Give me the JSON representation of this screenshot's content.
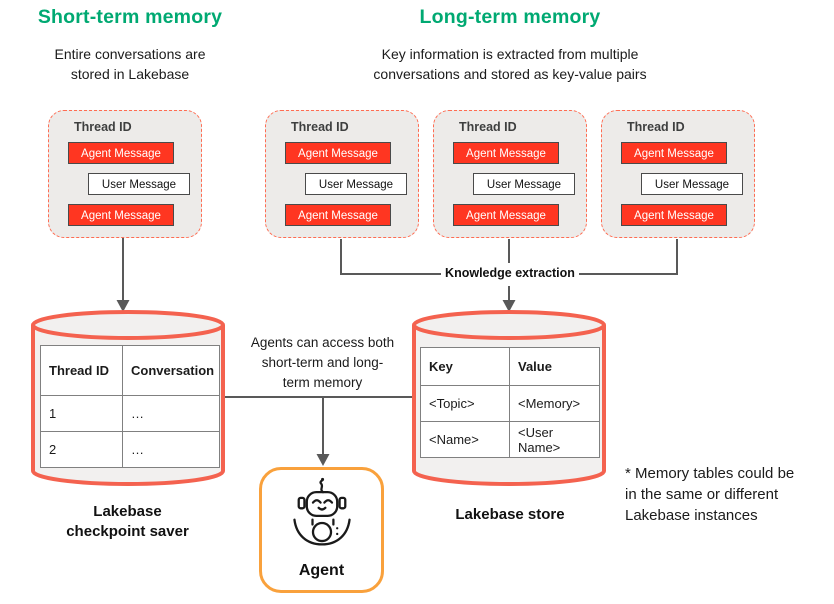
{
  "titles": {
    "short_term": "Short-term memory",
    "long_term": "Long-term memory"
  },
  "subtitles": {
    "short_term": "Entire conversations are stored in Lakebase",
    "long_term": "Key information is extracted from multiple conversations and stored as key-value pairs"
  },
  "thread": {
    "title": "Thread ID",
    "agent_message": "Agent Message",
    "user_message": "User Message"
  },
  "labels": {
    "knowledge_extraction": "Knowledge extraction",
    "access_note": "Agents can access both short-term and long-term memory",
    "checkpoint_saver": "Lakebase checkpoint saver",
    "store": "Lakebase store",
    "agent": "Agent",
    "footnote": "* Memory tables could be in the same or different Lakebase instances"
  },
  "tables": {
    "checkpoint": {
      "headers": [
        "Thread ID",
        "Conversation"
      ],
      "rows": [
        [
          "1",
          "…"
        ],
        [
          "2",
          "…"
        ]
      ]
    },
    "store": {
      "headers": [
        "Key",
        "Value"
      ],
      "rows": [
        [
          "<Topic>",
          "<Memory>"
        ],
        [
          "<Name>",
          "<User Name>"
        ]
      ]
    }
  },
  "icons": {
    "robot": "robot-icon"
  },
  "colors": {
    "accent_green": "#00A972",
    "message_red": "#FF3621",
    "cylinder_coral": "#F4624F",
    "dashed_coral": "#FF6C52",
    "agent_orange": "#F9A13C",
    "connector_gray": "#595959",
    "panel_gray": "#EDEBE9"
  }
}
